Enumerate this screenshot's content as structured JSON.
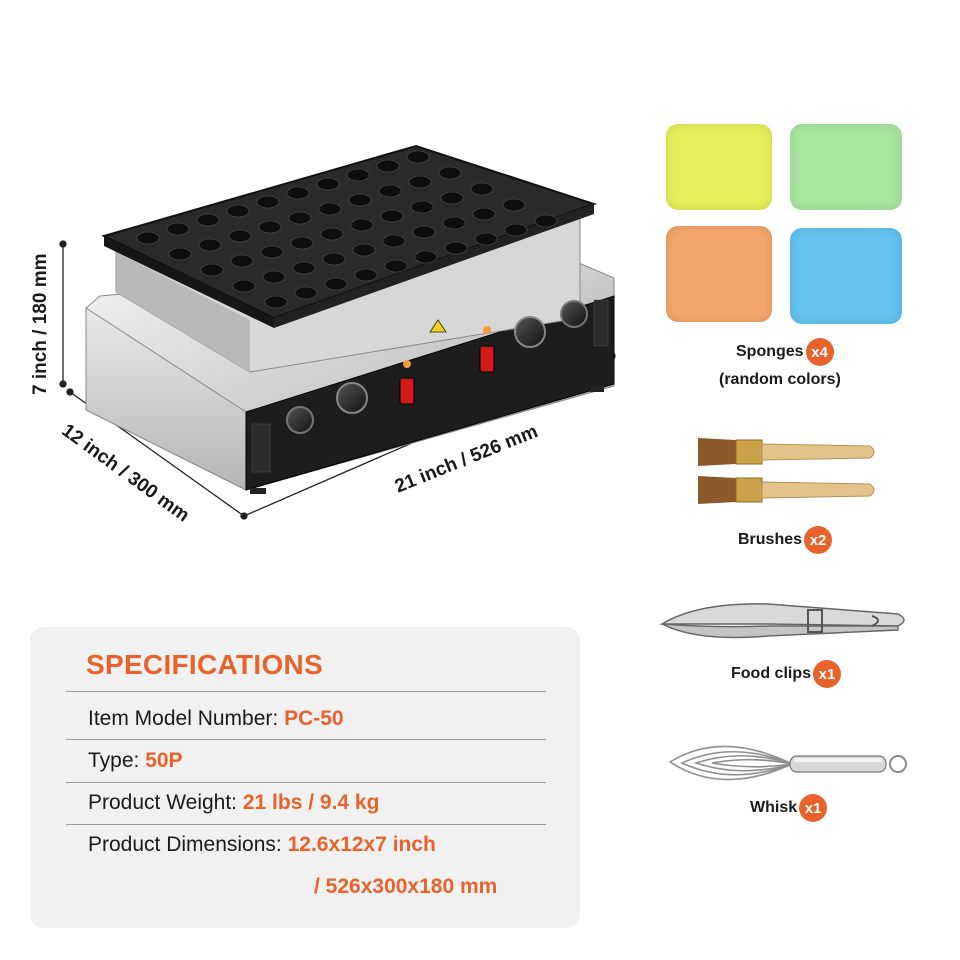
{
  "dimensions": {
    "height": "7 inch / 180 mm",
    "depth": "12 inch / 300 mm",
    "width": "21 inch / 526 mm"
  },
  "accessories": [
    {
      "name": "Sponges",
      "qty": "x4",
      "note": "(random colors)"
    },
    {
      "name": "Brushes",
      "qty": "x2"
    },
    {
      "name": "Food clips",
      "qty": "x1"
    },
    {
      "name": "Whisk",
      "qty": "x1"
    }
  ],
  "sponge_colors": [
    "#e6ef5a",
    "#a8e6a0",
    "#f3a66a",
    "#62c3ee"
  ],
  "accent_color": "#e8632b",
  "specs": {
    "title": "SPECIFICATIONS",
    "rows": [
      {
        "label": "Item Model Number: ",
        "value": "PC-50"
      },
      {
        "label": "Type: ",
        "value": "50P"
      },
      {
        "label": "Product Weight: ",
        "value": "21 lbs / 9.4 kg"
      },
      {
        "label": "Product Dimensions: ",
        "value": "12.6x12x7 inch",
        "value2": "/ 526x300x180 mm"
      }
    ]
  }
}
